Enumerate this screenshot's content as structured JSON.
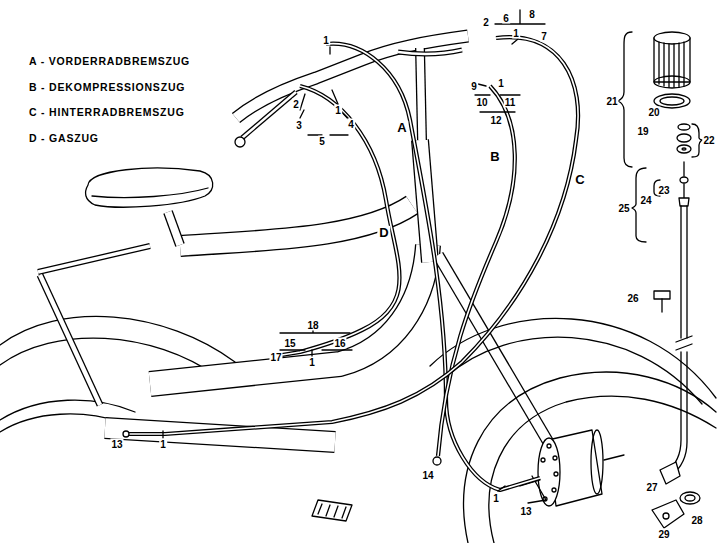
{
  "diagram": {
    "labels": [
      "A - VORDERRADBREMSZUG",
      "B - DEKOMPRESSIONSZUG",
      "C - HINTERRADBREMSZUG",
      "D - GASZUG",
      "1",
      "2",
      "1",
      "3",
      "4",
      "5",
      "2",
      "6",
      "8",
      "1",
      "7",
      "9",
      "1",
      "10",
      "11",
      "12",
      "A",
      "B",
      "C",
      "D",
      "21",
      "20",
      "19",
      "22",
      "24",
      "23",
      "25",
      "26",
      "18",
      "15",
      "16",
      "17",
      "1",
      "13",
      "1",
      "14",
      "1",
      "13",
      "27",
      "28",
      "29"
    ]
  }
}
